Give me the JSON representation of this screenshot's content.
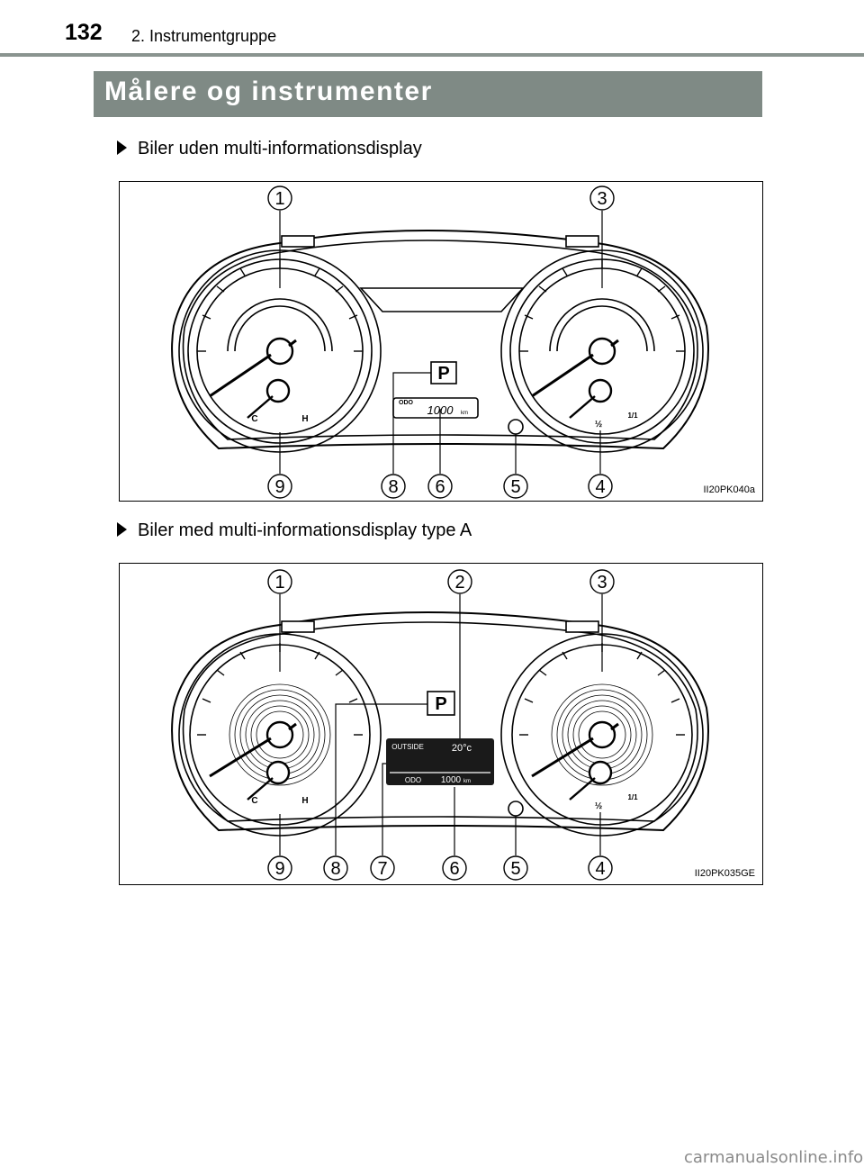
{
  "header": {
    "page_number": "132",
    "chapter": "2. Instrumentgruppe"
  },
  "section_title": "Målere og instrumenter",
  "figures": [
    {
      "caption": "Biler uden multi-informationsdisplay",
      "code": "II20PK040a",
      "callouts": {
        "top": [
          "1",
          "3"
        ],
        "bottom": [
          "9",
          "8",
          "6",
          "5",
          "4"
        ]
      },
      "gear": "P",
      "odo_label": "ODO",
      "odo_value": "1000",
      "odo_unit": "km",
      "temp_cold": "C",
      "temp_hot": "H",
      "fuel_half": "½",
      "fuel_full": "1/1"
    },
    {
      "caption": "Biler med multi-informationsdisplay type A",
      "code": "II20PK035GE",
      "callouts": {
        "top": [
          "1",
          "2",
          "3"
        ],
        "bottom": [
          "9",
          "8",
          "7",
          "6",
          "5",
          "4"
        ]
      },
      "gear": "P",
      "outside_label": "OUTSIDE",
      "outside_temp": "20°c",
      "odo_label": "ODO",
      "odo_value": "1000",
      "odo_unit": "km",
      "temp_cold": "C",
      "temp_hot": "H",
      "fuel_half": "½",
      "fuel_full": "1/1"
    }
  ],
  "watermark": "carmanualsonline.info"
}
